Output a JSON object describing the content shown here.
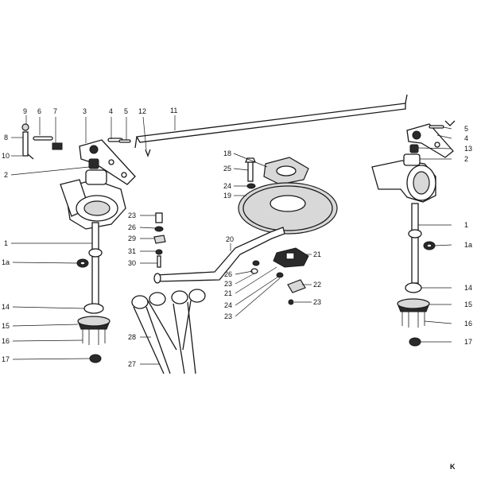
{
  "diagram": {
    "labels": {
      "l9": "9",
      "l6": "6",
      "l7": "7",
      "l3": "3",
      "l4": "4",
      "l5": "5",
      "l12": "12",
      "l11": "11",
      "l8": "8",
      "l10": "10",
      "l2": "2",
      "l1": "1",
      "l1a": "1a",
      "l14": "14",
      "l15": "15",
      "l16": "16",
      "l17": "17",
      "l18": "18",
      "l25": "25",
      "l24": "24",
      "l19": "19",
      "l23a": "23",
      "l26a": "26",
      "l29": "29",
      "l31": "31",
      "l30": "30",
      "l20": "20",
      "l21a": "21",
      "l26b": "26",
      "l23b": "23",
      "l21b": "21",
      "l24b": "24",
      "l23c": "23",
      "l22": "22",
      "l23d": "23",
      "l28": "28",
      "l27": "27",
      "r5": "5",
      "r4": "4",
      "r13": "13",
      "r2": "2",
      "r1": "1",
      "r1a": "1a",
      "r14": "14",
      "r15": "15",
      "r16": "16",
      "r17": "17"
    }
  },
  "watermark": {
    "logo": "K"
  },
  "colors": {
    "ink": "#1a1a1a",
    "background": "#ffffff",
    "logo": "#cfcfcf"
  }
}
